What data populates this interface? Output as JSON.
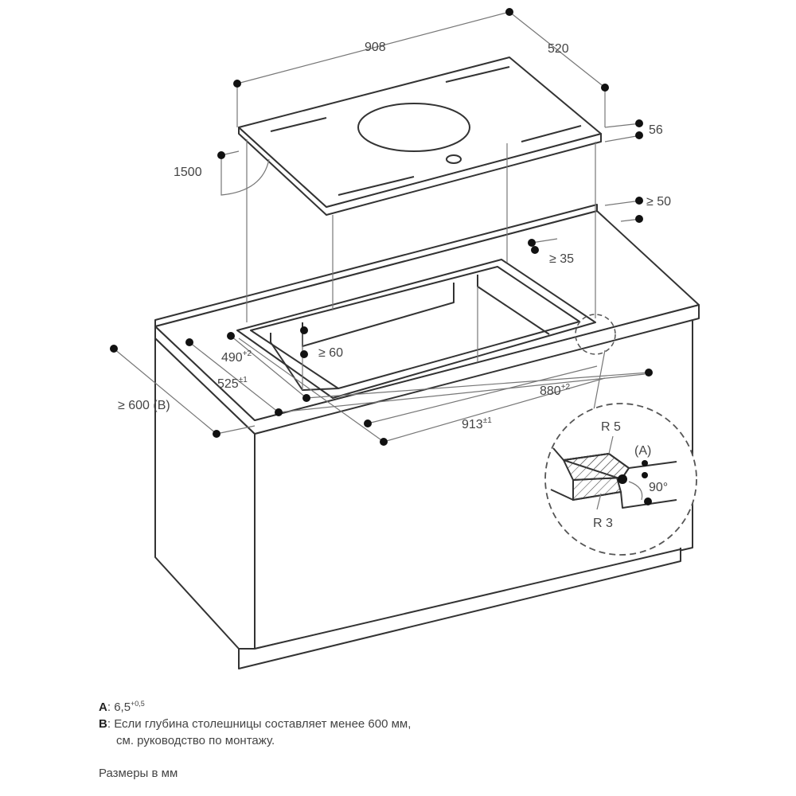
{
  "dimensions": {
    "hob_width": "908",
    "hob_depth": "520",
    "hob_height": "56",
    "hob_cable": "1500",
    "back_clearance": "≥ 50",
    "cutout_back_gap": "≥ 35",
    "front_gap": "≥ 60",
    "cutout_depth": "490",
    "cutout_depth_tol": "+2",
    "recess_depth": "525",
    "recess_depth_tol": "±1",
    "worktop_depth": "≥ 600 (B)",
    "cutout_width": "880",
    "cutout_width_tol": "+2",
    "recess_width": "913",
    "recess_width_tol": "±1"
  },
  "detail": {
    "radius_top": "R 5",
    "radius_bottom": "R 3",
    "label_a": "(A)",
    "angle": "90°"
  },
  "notes": {
    "a_key": "A",
    "a_value": "6,5",
    "a_tol": "+0,5",
    "b_key": "B",
    "b_line1": "Если глубина столешницы составляет менее 600 мм,",
    "b_line2": "см. руководство по монтажу.",
    "units": "Размеры в мм"
  }
}
